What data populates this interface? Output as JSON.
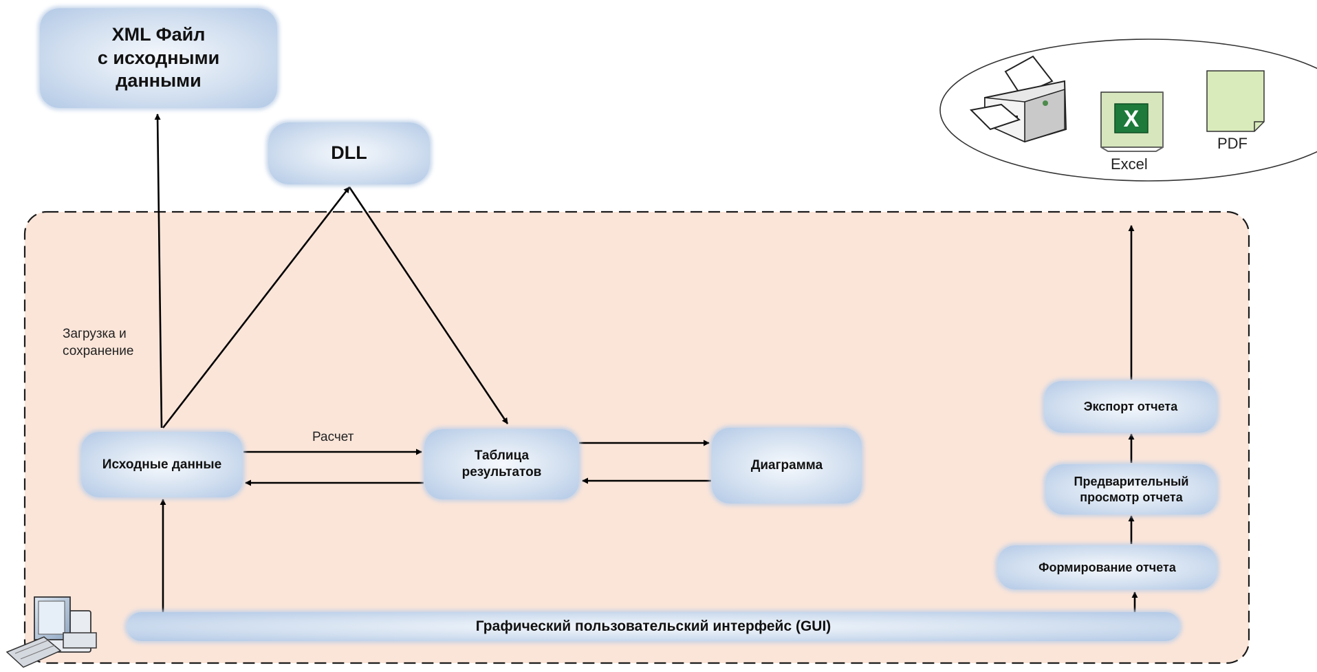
{
  "nodes": {
    "xml_file": "XML Файл\nс исходными\nданными",
    "dll": "DLL",
    "input_data": "Исходные данные",
    "results_table": "Таблица\nрезультатов",
    "diagram": "Диаграмма",
    "report_export": "Экспорт отчета",
    "report_preview": "Предварительный\nпросмотр  отчета",
    "report_build": "Формирование отчета",
    "gui": "Графический пользовательский интерфейс (GUI)"
  },
  "labels": {
    "load_save": "Загрузка и\nсохранение",
    "calc": "Расчет"
  },
  "outputs": {
    "excel": "Excel",
    "pdf": "PDF"
  },
  "icons": [
    "printer-icon",
    "excel-file-icon",
    "pdf-file-icon",
    "computer-icon"
  ],
  "colors": {
    "container_fill": "#fbe5d9",
    "node_fill": "#cddcef",
    "arrow": "#000000"
  }
}
